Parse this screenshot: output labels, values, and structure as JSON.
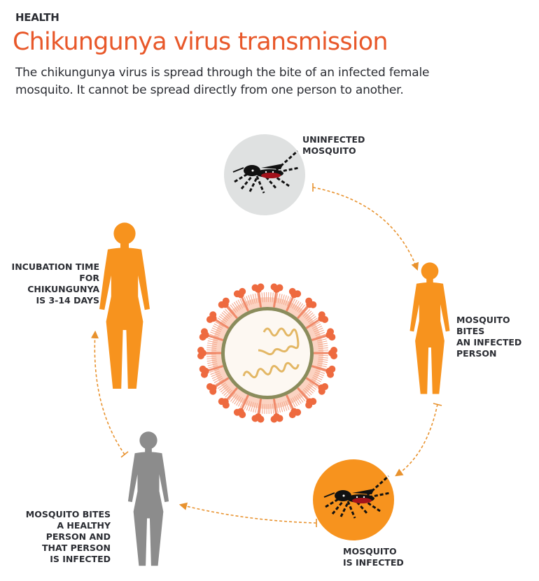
{
  "header": {
    "kicker": "HEALTH",
    "title": "Chikungunya virus transmission",
    "subtitle": "The chikungunya virus is spread through the bite of an infected female mosquito.  It cannot be spread directly from one person to another."
  },
  "cycle": [
    {
      "label": "UNINFECTED\nMOSQUITO"
    },
    {
      "label": "MOSQUITO\nBITES\nAN INFECTED\nPERSON"
    },
    {
      "label": "MOSQUITO\nIS INFECTED"
    },
    {
      "label": "MOSQUITO BITES\nA HEALTHY\nPERSON AND\nTHAT PERSON\nIS INFECTED"
    },
    {
      "label": "INCUBATION TIME\nFOR\nCHIKUNGUNYA\nIS 3-14 DAYS"
    }
  ],
  "colors": {
    "accent": "#e8582a",
    "orange": "#f7931e",
    "gray": "#8c8c8c",
    "mosquito_bg": "#dfe1e1",
    "arrow": "#e8922e"
  }
}
